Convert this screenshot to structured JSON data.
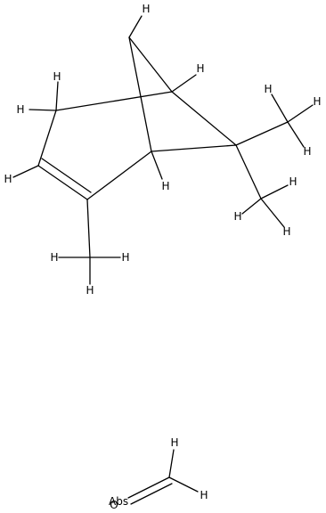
{
  "molecule": {
    "atoms": {
      "h_bridge_top": "H",
      "h_bridgehead_right": "H",
      "h_ch2_top": "H",
      "h_ch2_left": "H",
      "h_alkene": "H",
      "h_bridgehead_lower": "H",
      "h_me1_top": "H",
      "h_me1_right": "H",
      "h_me1_bottom": "H",
      "h_me2_left": "H",
      "h_me2_right": "H",
      "h_me2_bottom": "H",
      "h_me3_left": "H",
      "h_me3_right": "H",
      "h_me3_bottom": "H"
    }
  },
  "fragment": {
    "atoms": {
      "h_top": "H",
      "h_right": "H",
      "o_label": "O",
      "abs_label": "Abs"
    }
  }
}
